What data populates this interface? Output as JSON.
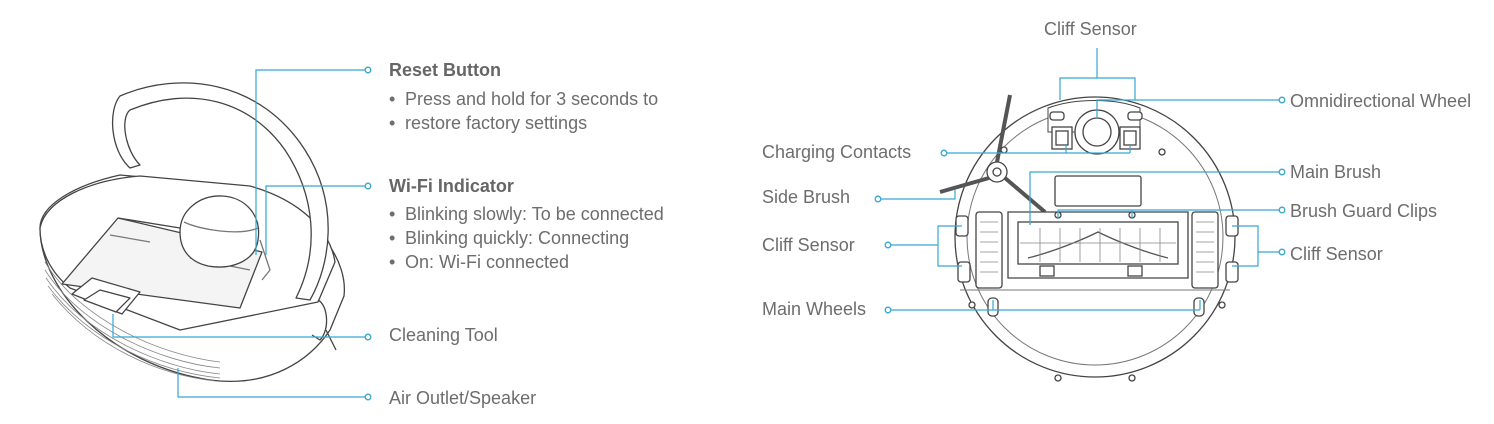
{
  "top_view": {
    "reset_button": {
      "title": "Reset Button",
      "bullets": [
        "Press and hold for 3 seconds to",
        "restore factory settings"
      ]
    },
    "wifi_indicator": {
      "title": "Wi-Fi Indicator",
      "bullets": [
        "Blinking slowly: To be connected",
        "Blinking quickly: Connecting",
        "On: Wi-Fi connected"
      ]
    },
    "cleaning_tool": "Cleaning Tool",
    "air_outlet": "Air Outlet/Speaker"
  },
  "bottom_view": {
    "cliff_sensor_top": "Cliff Sensor",
    "omnidirectional_wheel": "Omnidirectional Wheel",
    "charging_contacts": "Charging Contacts",
    "main_brush": "Main Brush",
    "side_brush": "Side Brush",
    "brush_guard_clips": "Brush Guard Clips",
    "cliff_sensor_left": "Cliff Sensor",
    "cliff_sensor_right": "Cliff Sensor",
    "main_wheels": "Main Wheels"
  },
  "colors": {
    "leader": "#35a8d4",
    "outline": "#444444",
    "text": "#6d6d6d"
  }
}
